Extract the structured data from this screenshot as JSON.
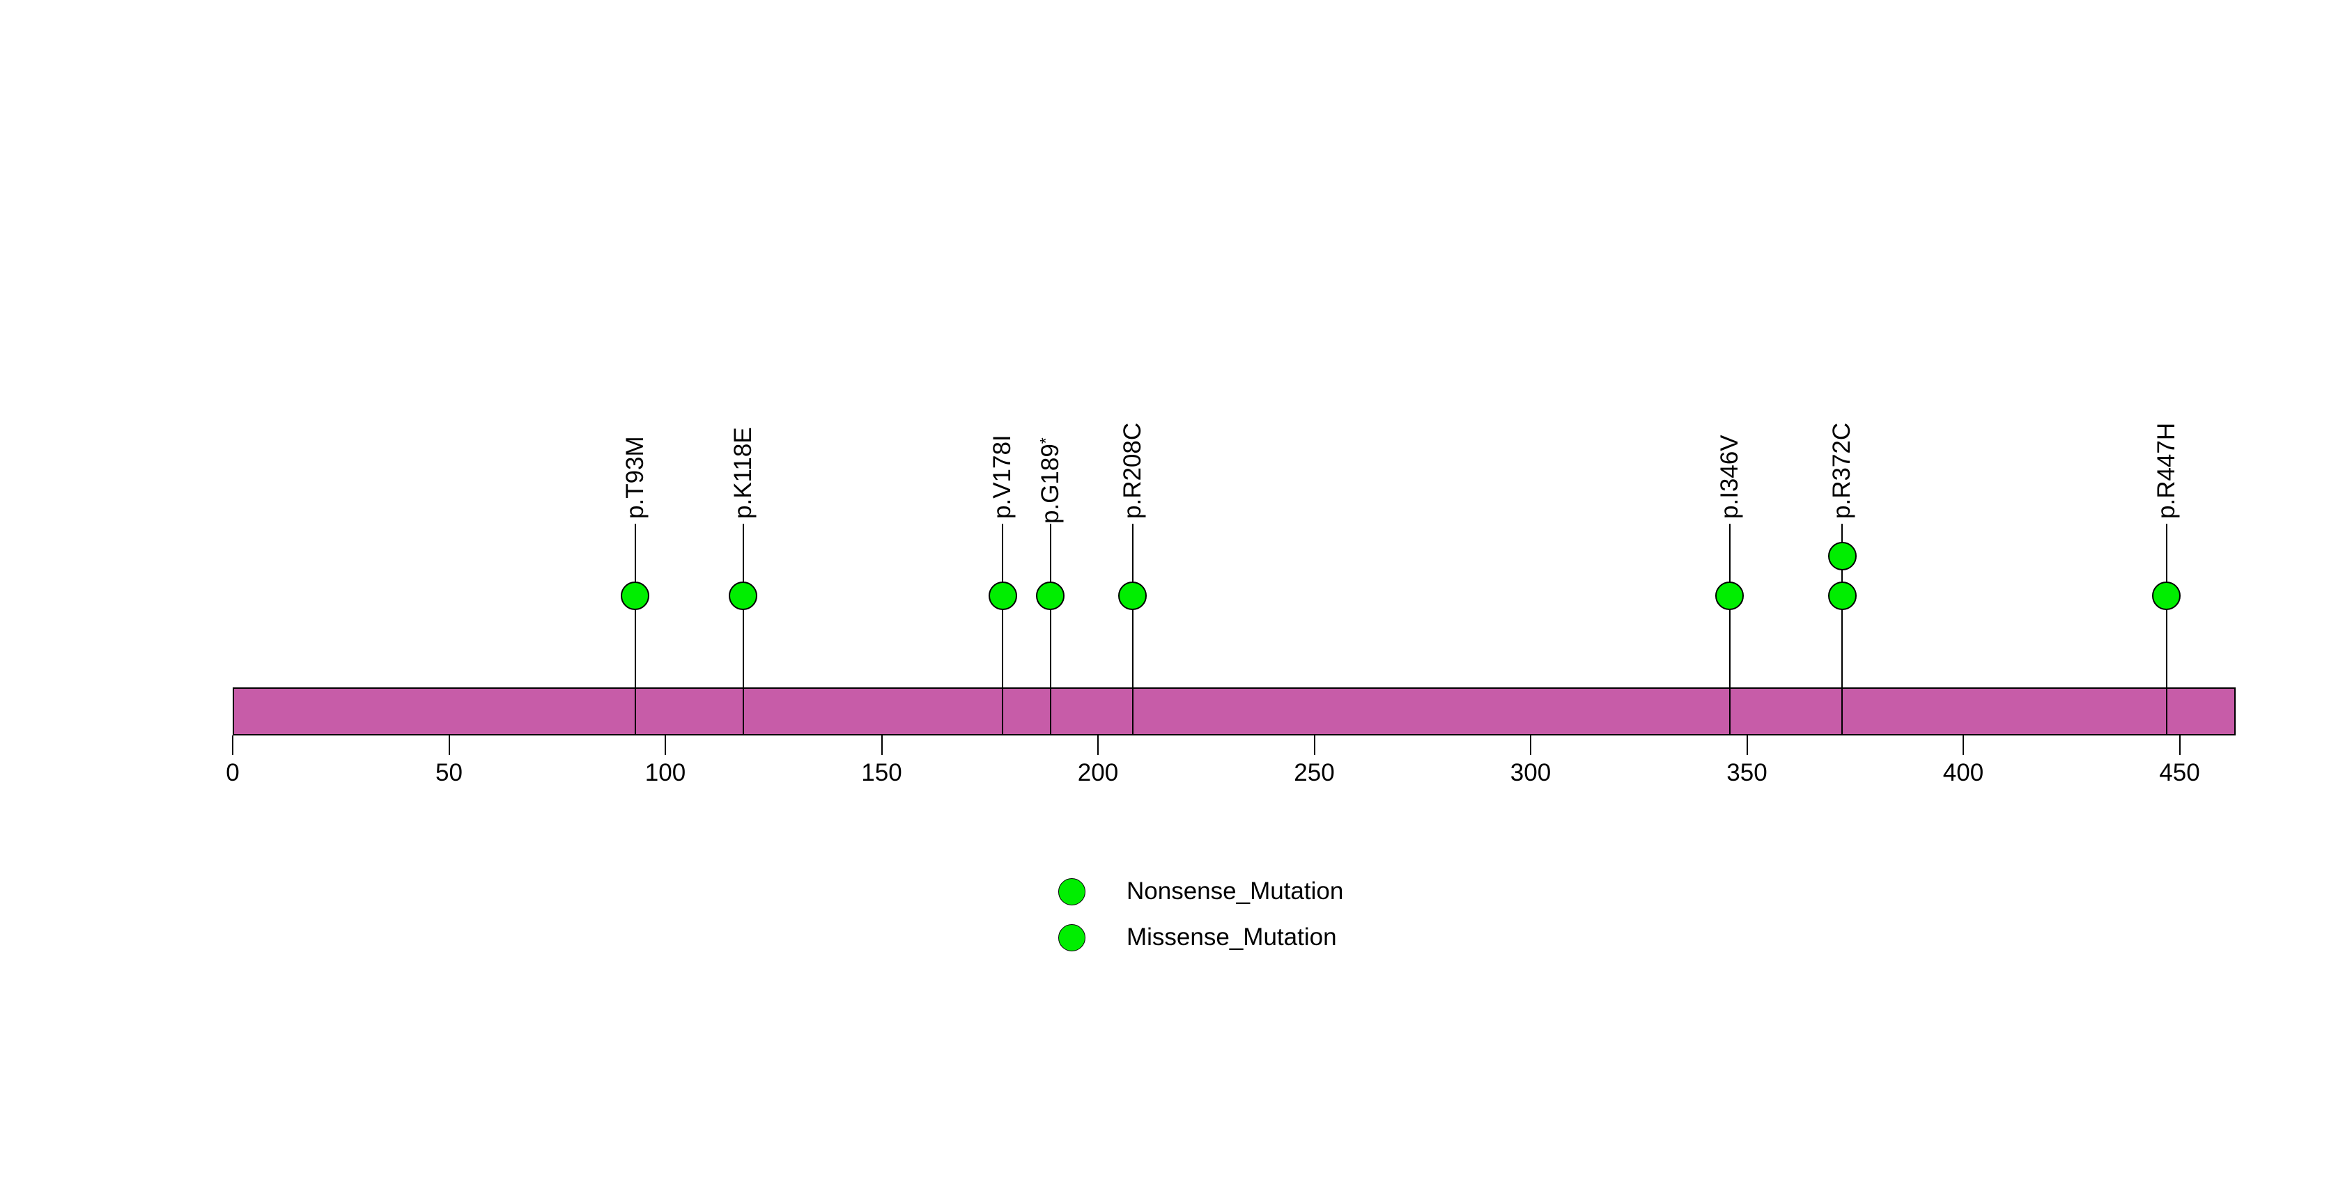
{
  "chart_data": {
    "type": "lollipop",
    "description": "Protein lollipop mutation plot",
    "axis": {
      "ticks": [
        0,
        50,
        100,
        150,
        200,
        250,
        300,
        350,
        400,
        450
      ],
      "xlim": [
        0,
        463
      ]
    },
    "protein_bar": {
      "start": 0,
      "end": 463,
      "color": "#C75CA8"
    },
    "mutations": [
      {
        "label": "p.T93M",
        "position": 93,
        "count": 1
      },
      {
        "label": "p.K118E",
        "position": 118,
        "count": 1
      },
      {
        "label": "p.V178I",
        "position": 178,
        "count": 1
      },
      {
        "label": "p.G189*",
        "position": 189,
        "count": 1
      },
      {
        "label": "p.R208C",
        "position": 208,
        "count": 1
      },
      {
        "label": "p.I346V",
        "position": 346,
        "count": 1
      },
      {
        "label": "p.R372C",
        "position": 372,
        "count": 2
      },
      {
        "label": "p.R447H",
        "position": 447,
        "count": 1
      }
    ],
    "point_color": "#00EE00",
    "stroke_color": "#000000",
    "legend": [
      {
        "label": "Nonsense_Mutation",
        "color": "#00EE00"
      },
      {
        "label": "Missense_Mutation",
        "color": "#00EE00"
      }
    ],
    "legend_position": "bottom-center",
    "grid": false,
    "title": ""
  }
}
